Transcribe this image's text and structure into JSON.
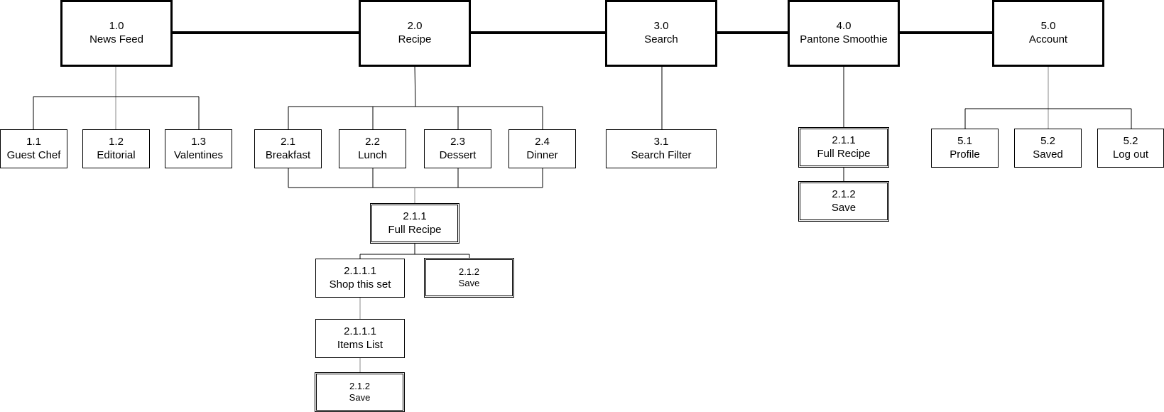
{
  "diagram": {
    "top_level": [
      {
        "num": "1.0",
        "label": "News Feed"
      },
      {
        "num": "2.0",
        "label": "Recipe"
      },
      {
        "num": "3.0",
        "label": "Search"
      },
      {
        "num": "4.0",
        "label": "Pantone Smoothie"
      },
      {
        "num": "5.0",
        "label": "Account"
      }
    ],
    "news_feed_children": [
      {
        "num": "1.1",
        "label": "Guest Chef"
      },
      {
        "num": "1.2",
        "label": "Editorial"
      },
      {
        "num": "1.3",
        "label": "Valentines"
      }
    ],
    "recipe_children": [
      {
        "num": "2.1",
        "label": "Breakfast"
      },
      {
        "num": "2.2",
        "label": "Lunch"
      },
      {
        "num": "2.3",
        "label": "Dessert"
      },
      {
        "num": "2.4",
        "label": "Dinner"
      }
    ],
    "recipe_full": {
      "num": "2.1.1",
      "label": "Full Recipe"
    },
    "recipe_shop": {
      "num": "2.1.1.1",
      "label": "Shop this set"
    },
    "recipe_save": {
      "num": "2.1.2",
      "label": "Save"
    },
    "recipe_items": {
      "num": "2.1.1.1",
      "label": "Items List"
    },
    "recipe_items_save": {
      "num": "2.1.2",
      "label": "Save"
    },
    "search_child": {
      "num": "3.1",
      "label": "Search Filter"
    },
    "smoothie_full": {
      "num": "2.1.1",
      "label": "Full Recipe"
    },
    "smoothie_save": {
      "num": "2.1.2",
      "label": "Save"
    },
    "account_children": [
      {
        "num": "5.1",
        "label": "Profile"
      },
      {
        "num": "5.2",
        "label": "Saved"
      },
      {
        "num": "5.2",
        "label": "Log out"
      }
    ]
  }
}
